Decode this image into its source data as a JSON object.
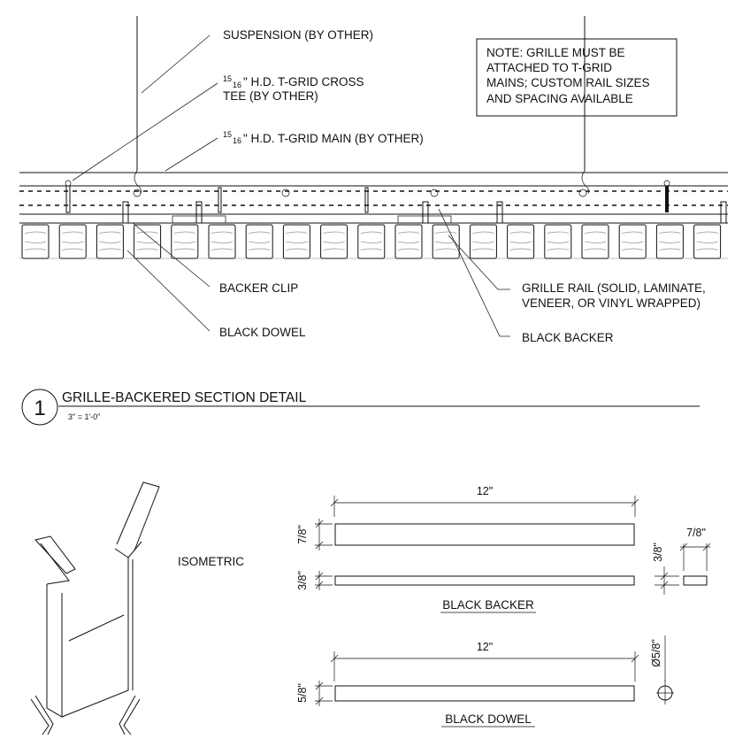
{
  "top_labels": {
    "suspension": "SUSPENSION (BY OTHER)",
    "cross_tee_frac_num": "15",
    "cross_tee_frac_den": "16",
    "cross_tee_line1": "\" H.D. T-GRID CROSS",
    "cross_tee_line2": "TEE (BY OTHER)",
    "main_frac_num": "15",
    "main_frac_den": "16",
    "main_line": "\" H.D. T-GRID MAIN (BY OTHER)"
  },
  "note": {
    "line1": "NOTE: GRILLE MUST BE",
    "line2": "ATTACHED TO T-GRID",
    "line3": "MAINS; CUSTOM RAIL SIZES",
    "line4": "AND SPACING AVAILABLE"
  },
  "bottom_labels": {
    "backer_clip": "BACKER CLIP",
    "black_dowel": "BLACK DOWEL",
    "grille_rail_line1": "GRILLE RAIL (SOLID, LAMINATE,",
    "grille_rail_line2": "VENEER, OR VINYL WRAPPED)",
    "black_backer": "BLACK BACKER"
  },
  "detail": {
    "number": "1",
    "title": "GRILLE-BACKERED SECTION DETAIL",
    "scale": "3\" = 1'-0\""
  },
  "isometric_label": "ISOMETRIC",
  "backer_part": {
    "length": "12\"",
    "height_side": "7/8\"",
    "thickness_side": "3/8\"",
    "end_thickness": "3/8\"",
    "end_width": "7/8\"",
    "caption": "BLACK BACKER"
  },
  "dowel_part": {
    "length": "12\"",
    "height_side": "5/8\"",
    "diameter": "Ø5/8\"",
    "caption": "BLACK DOWEL"
  }
}
